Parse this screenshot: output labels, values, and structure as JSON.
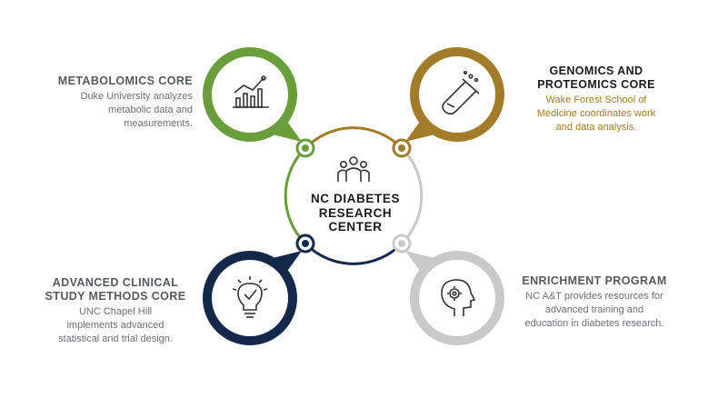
{
  "center": {
    "title_lines": [
      "NC DIABETES",
      "RESEARCH",
      "CENTER"
    ],
    "icon": "people-group-icon"
  },
  "cores": {
    "metabolomics": {
      "title": "METABOLOMICS CORE",
      "desc_lines": [
        "Duke University analyzes",
        "metabolic data and",
        "measurements."
      ],
      "color": "#6a9e3a",
      "icon": "line-chart-icon"
    },
    "genomics": {
      "title_lines": [
        "GENOMICS AND",
        "PROTEOMICS CORE"
      ],
      "desc_lines": [
        "Wake Forest School of",
        "Medicine coordinates work",
        "and data analysis."
      ],
      "color": "#a37c2a",
      "icon": "test-tube-icon"
    },
    "clinical": {
      "title_lines": [
        "ADVANCED CLINICAL",
        "STUDY METHODS CORE"
      ],
      "desc_lines": [
        "UNC Chapel Hill",
        "implements advanced",
        "statistical and trial design."
      ],
      "color": "#13284a",
      "icon": "lightbulb-icon"
    },
    "enrichment": {
      "title": "ENRICHMENT PROGRAM",
      "desc_lines": [
        "NC A&T provides resources for",
        "advanced training and",
        "education in diabetes research."
      ],
      "color": "#c8c9c9",
      "icon": "head-gear-icon"
    }
  },
  "colors": {
    "text_gray": "#555a5e",
    "desc_gray": "#6b7073",
    "genomics_text": "#a37c2a"
  }
}
